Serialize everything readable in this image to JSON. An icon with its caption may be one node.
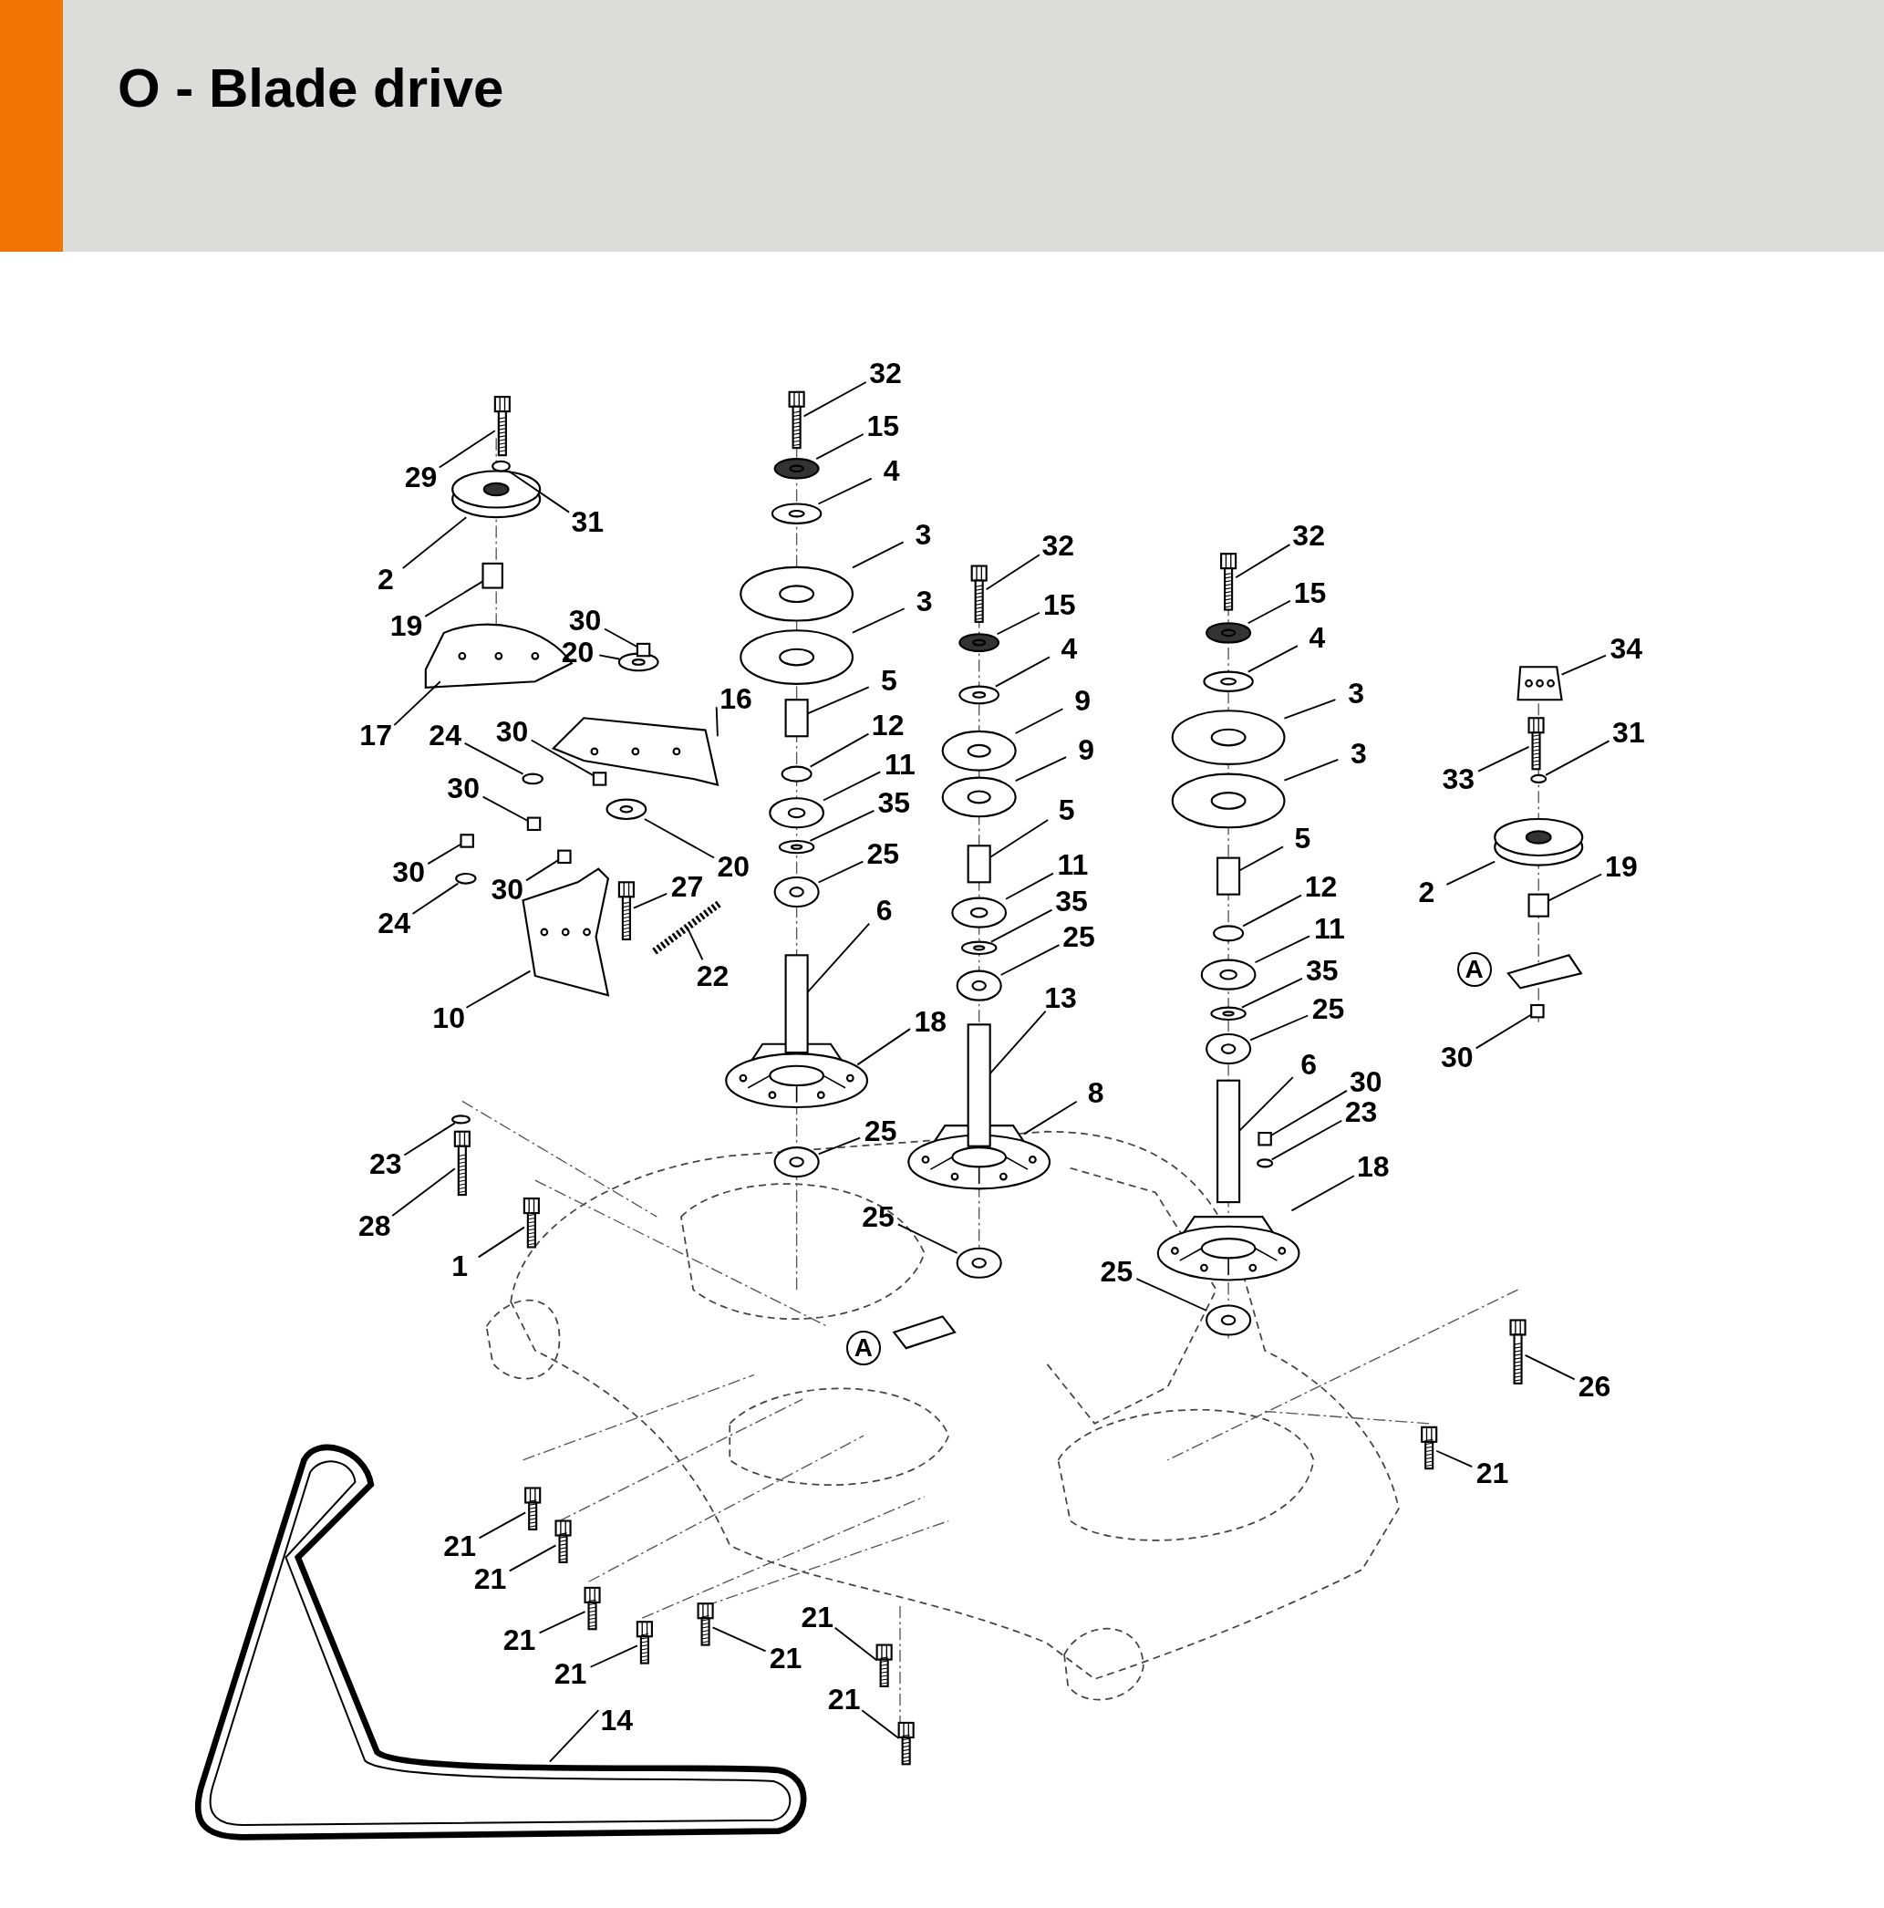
{
  "diagram": {
    "title": "O - Blade drive",
    "nodes": [
      {
        "text": [
          "32"
        ]
      },
      {
        "text": [
          "29"
        ]
      },
      {
        "text": [
          "15"
        ]
      },
      {
        "text": [
          "4"
        ]
      },
      {
        "text": [
          "31"
        ]
      },
      {
        "text": [
          "2"
        ]
      },
      {
        "text": [
          "3"
        ]
      },
      {
        "text": [
          "3"
        ]
      },
      {
        "text": [
          "32"
        ]
      },
      {
        "text": [
          "19"
        ]
      },
      {
        "text": [
          "30"
        ]
      },
      {
        "text": [
          "20"
        ]
      },
      {
        "text": [
          "15"
        ]
      },
      {
        "text": [
          "4"
        ]
      },
      {
        "text": [
          "32"
        ]
      },
      {
        "text": [
          "15"
        ]
      },
      {
        "text": [
          "4"
        ]
      },
      {
        "text": [
          "34"
        ]
      },
      {
        "text": [
          "3"
        ]
      },
      {
        "text": [
          "16"
        ]
      },
      {
        "text": [
          "5"
        ]
      },
      {
        "text": [
          "9"
        ]
      },
      {
        "text": [
          "17"
        ]
      },
      {
        "text": [
          "24"
        ]
      },
      {
        "text": [
          "30"
        ]
      },
      {
        "text": [
          "12"
        ]
      },
      {
        "text": [
          "31"
        ]
      },
      {
        "text": [
          "9"
        ]
      },
      {
        "text": [
          "3"
        ]
      },
      {
        "text": [
          "33"
        ]
      },
      {
        "text": [
          "11"
        ]
      },
      {
        "text": [
          "30"
        ]
      },
      {
        "text": [
          "35"
        ]
      },
      {
        "text": [
          "5"
        ]
      },
      {
        "text": [
          "30"
        ]
      },
      {
        "text": [
          "30"
        ]
      },
      {
        "text": [
          "20"
        ]
      },
      {
        "text": [
          "25"
        ]
      },
      {
        "text": [
          "27"
        ]
      },
      {
        "text": [
          "5"
        ]
      },
      {
        "text": [
          "12"
        ]
      },
      {
        "text": [
          "2"
        ]
      },
      {
        "text": [
          "19"
        ]
      },
      {
        "text": [
          "11"
        ]
      },
      {
        "text": [
          "24"
        ]
      },
      {
        "text": [
          "6"
        ]
      },
      {
        "text": [
          "35"
        ]
      },
      {
        "text": [
          "11"
        ]
      },
      {
        "text": [
          "22"
        ]
      },
      {
        "text": [
          "25"
        ]
      },
      {
        "text": [
          "35"
        ]
      },
      {
        "text": [
          "13"
        ]
      },
      {
        "text": [
          "25"
        ]
      },
      {
        "text": [
          "10"
        ]
      },
      {
        "text": [
          "18"
        ]
      },
      {
        "text": [
          "30"
        ]
      },
      {
        "text": [
          "6"
        ]
      },
      {
        "text": [
          "30"
        ]
      },
      {
        "text": [
          "8"
        ]
      },
      {
        "text": [
          "23"
        ]
      },
      {
        "text": [
          "25"
        ]
      },
      {
        "text": [
          "23"
        ]
      },
      {
        "text": [
          "18"
        ]
      },
      {
        "text": [
          "25"
        ]
      },
      {
        "text": [
          "28"
        ]
      },
      {
        "text": [
          "1"
        ]
      },
      {
        "text": [
          "25"
        ]
      },
      {
        "text": [
          "26"
        ]
      },
      {
        "text": [
          "21"
        ]
      },
      {
        "text": [
          "21"
        ]
      },
      {
        "text": [
          "21"
        ]
      },
      {
        "text": [
          "21"
        ]
      },
      {
        "text": [
          "21"
        ]
      },
      {
        "text": [
          "21"
        ]
      },
      {
        "text": [
          "21"
        ]
      },
      {
        "text": [
          "14"
        ]
      },
      {
        "text": [
          "21"
        ]
      },
      {
        "text": [],
        "shape": "picture"
      },
      {
        "text": [],
        "shape": "picture"
      },
      {
        "text": [],
        "shape": "circle"
      },
      {
        "text": [],
        "shape": "circle"
      },
      {
        "text": [],
        "shape": "circle"
      },
      {
        "text": [],
        "shape": "picture"
      },
      {
        "text": [],
        "shape": "circle"
      },
      {
        "text": [],
        "shape": "circle"
      },
      {
        "text": [],
        "shape": "picture"
      },
      {
        "text": [],
        "shape": "box"
      },
      {
        "text": [],
        "shape": "box"
      },
      {
        "text": [],
        "shape": "circle"
      },
      {
        "text": [],
        "shape": "circle"
      },
      {
        "text": [],
        "shape": "circle"
      },
      {
        "text": [],
        "shape": "picture"
      },
      {
        "text": [],
        "shape": "circle"
      },
      {
        "text": [],
        "shape": "circle"
      },
      {
        "text": [],
        "shape": "picture"
      },
      {
        "text": [],
        "shape": "circle"
      },
      {
        "text": [],
        "shape": "picture"
      },
      {
        "text": [],
        "shape": "box"
      },
      {
        "text": [],
        "shape": "circle"
      },
      {
        "text": [],
        "shape": "picture"
      },
      {
        "text": [],
        "shape": "circle"
      },
      {
        "text": [],
        "shape": "box"
      },
      {
        "text": [],
        "shape": "circle"
      },
      {
        "text": [],
        "shape": "circle"
      },
      {
        "text": [],
        "shape": "circle"
      },
      {
        "text": [],
        "shape": "circle"
      },
      {
        "text": [],
        "shape": "picture"
      },
      {
        "text": [],
        "shape": "circle"
      },
      {
        "text": [],
        "shape": "box"
      },
      {
        "text": [],
        "shape": "circle"
      },
      {
        "text": [],
        "shape": "box"
      },
      {
        "text": [],
        "shape": "box"
      },
      {
        "text": [],
        "shape": "box"
      },
      {
        "text": [],
        "shape": "circle"
      },
      {
        "text": [],
        "shape": "circle"
      },
      {
        "text": [],
        "shape": "picture"
      },
      {
        "text": [],
        "shape": "box"
      },
      {
        "text": [],
        "shape": "circle"
      },
      {
        "text": [],
        "shape": "picture"
      },
      {
        "text": [],
        "shape": "box"
      },
      {
        "text": [],
        "shape": "circle"
      },
      {
        "text": [],
        "shape": "circle"
      },
      {
        "text": [],
        "shape": "box"
      },
      {
        "text": [],
        "shape": "circle"
      },
      {
        "text": [],
        "shape": "circle"
      },
      {
        "text": [],
        "shape": "picture"
      },
      {
        "text": [],
        "shape": "circle"
      },
      {
        "text": [],
        "shape": "circle"
      },
      {
        "text": [],
        "shape": "box"
      },
      {
        "text": [],
        "shape": "circle"
      },
      {
        "text": [],
        "shape": "picture"
      },
      {
        "text": [],
        "shape": "picture"
      },
      {
        "text": [],
        "shape": "box"
      },
      {
        "text": [],
        "shape": "box"
      },
      {
        "text": [],
        "shape": "box"
      },
      {
        "text": [],
        "shape": "picture"
      },
      {
        "text": [],
        "shape": "circle"
      },
      {
        "text": [],
        "shape": "circle"
      },
      {
        "text": [],
        "shape": "circle"
      },
      {
        "text": [],
        "shape": "picture"
      },
      {
        "text": [],
        "shape": "circle"
      },
      {
        "text": [],
        "shape": "picture"
      },
      {
        "text": [],
        "shape": "picture"
      },
      {
        "text": [],
        "shape": "circle"
      },
      {
        "text": [],
        "shape": "picture"
      },
      {
        "text": [],
        "shape": "picture"
      },
      {
        "text": [],
        "shape": "picture"
      },
      {
        "text": [],
        "shape": "picture"
      },
      {
        "text": [],
        "shape": "picture"
      },
      {
        "text": [],
        "shape": "picture"
      },
      {
        "text": [],
        "shape": "picture"
      },
      {
        "text": [],
        "shape": "picture"
      },
      {
        "text": [],
        "shape": "picture"
      },
      {
        "text": [],
        "shape": "picture"
      }
    ],
    "edges": [
      {
        "from": 0,
        "to": 77,
        "arrow": "none"
      },
      {
        "from": 1,
        "to": 78,
        "arrow": "none"
      },
      {
        "from": 2,
        "to": 79,
        "arrow": "none"
      },
      {
        "from": 3,
        "to": 80,
        "arrow": "none"
      },
      {
        "from": 4,
        "to": 81,
        "arrow": "none"
      },
      {
        "from": 5,
        "to": 82,
        "arrow": "none"
      },
      {
        "from": 6,
        "to": 83,
        "arrow": "none"
      },
      {
        "from": 7,
        "to": 84,
        "arrow": "none"
      },
      {
        "from": 8,
        "to": 85,
        "arrow": "none"
      },
      {
        "from": 9,
        "to": 86,
        "arrow": "none"
      },
      {
        "from": 10,
        "to": 87,
        "arrow": "none"
      },
      {
        "from": 11,
        "to": 88,
        "arrow": "none"
      },
      {
        "from": 12,
        "to": 89,
        "arrow": "none"
      },
      {
        "from": 13,
        "to": 90,
        "arrow": "none"
      },
      {
        "from": 14,
        "to": 91,
        "arrow": "none"
      },
      {
        "from": 15,
        "to": 92,
        "arrow": "none"
      },
      {
        "from": 16,
        "to": 93,
        "arrow": "none"
      },
      {
        "from": 17,
        "to": 94,
        "arrow": "none"
      },
      {
        "from": 18,
        "to": 95,
        "arrow": "none"
      },
      {
        "from": 19,
        "to": 96,
        "arrow": "none"
      },
      {
        "from": 20,
        "to": 97,
        "arrow": "none"
      },
      {
        "from": 21,
        "to": 98,
        "arrow": "none"
      },
      {
        "from": 22,
        "to": 99,
        "arrow": "none"
      },
      {
        "from": 23,
        "to": 100,
        "arrow": "none"
      },
      {
        "from": 24,
        "to": 101,
        "arrow": "none"
      },
      {
        "from": 25,
        "to": 102,
        "arrow": "none"
      },
      {
        "from": 26,
        "to": 103,
        "arrow": "none"
      },
      {
        "from": 27,
        "to": 104,
        "arrow": "none"
      },
      {
        "from": 28,
        "to": 105,
        "arrow": "none"
      },
      {
        "from": 29,
        "to": 106,
        "arrow": "none"
      },
      {
        "from": 30,
        "to": 107,
        "arrow": "none"
      },
      {
        "from": 31,
        "to": 108,
        "arrow": "none"
      },
      {
        "from": 32,
        "to": 109,
        "arrow": "none"
      },
      {
        "from": 33,
        "to": 110,
        "arrow": "none"
      },
      {
        "from": 34,
        "to": 111,
        "arrow": "none"
      },
      {
        "from": 35,
        "to": 112,
        "arrow": "none"
      },
      {
        "from": 36,
        "to": 113,
        "arrow": "none"
      },
      {
        "from": 37,
        "to": 114,
        "arrow": "none"
      },
      {
        "from": 38,
        "to": 115,
        "arrow": "none"
      },
      {
        "from": 39,
        "to": 116,
        "arrow": "none"
      },
      {
        "from": 40,
        "to": 117,
        "arrow": "none"
      },
      {
        "from": 41,
        "to": 118,
        "arrow": "none"
      },
      {
        "from": 42,
        "to": 119,
        "arrow": "none"
      },
      {
        "from": 43,
        "to": 120,
        "arrow": "none"
      },
      {
        "from": 44,
        "to": 121,
        "arrow": "none"
      },
      {
        "from": 45,
        "to": 122,
        "arrow": "none"
      },
      {
        "from": 46,
        "to": 123,
        "arrow": "none"
      },
      {
        "from": 47,
        "to": 124,
        "arrow": "none"
      },
      {
        "from": 48,
        "to": 125,
        "arrow": "none"
      },
      {
        "from": 49,
        "to": 126,
        "arrow": "none"
      },
      {
        "from": 50,
        "to": 127,
        "arrow": "none"
      },
      {
        "from": 51,
        "to": 128,
        "arrow": "none"
      },
      {
        "from": 52,
        "to": 129,
        "arrow": "none"
      },
      {
        "from": 53,
        "to": 130,
        "arrow": "none"
      },
      {
        "from": 54,
        "to": 131,
        "arrow": "none"
      },
      {
        "from": 55,
        "to": 132,
        "arrow": "none"
      },
      {
        "from": 56,
        "to": 133,
        "arrow": "none"
      },
      {
        "from": 57,
        "to": 134,
        "arrow": "none"
      },
      {
        "from": 58,
        "to": 135,
        "arrow": "none"
      },
      {
        "from": 59,
        "to": 136,
        "arrow": "none"
      },
      {
        "from": 60,
        "to": 137,
        "arrow": "none"
      },
      {
        "from": 61,
        "to": 138,
        "arrow": "none"
      },
      {
        "from": 62,
        "to": 139,
        "arrow": "none"
      },
      {
        "from": 63,
        "to": 140,
        "arrow": "none"
      },
      {
        "from": 64,
        "to": 141,
        "arrow": "none"
      },
      {
        "from": 65,
        "to": 142,
        "arrow": "none"
      },
      {
        "from": 66,
        "to": 143,
        "arrow": "none"
      },
      {
        "from": 67,
        "to": 144,
        "arrow": "none"
      },
      {
        "from": 68,
        "to": 145,
        "arrow": "none"
      },
      {
        "from": 69,
        "to": 146,
        "arrow": "none"
      },
      {
        "from": 70,
        "to": 147,
        "arrow": "none"
      },
      {
        "from": 71,
        "to": 148,
        "arrow": "none"
      },
      {
        "from": 72,
        "to": 149,
        "arrow": "none"
      },
      {
        "from": 73,
        "to": 150,
        "arrow": "none"
      },
      {
        "from": 74,
        "to": 151,
        "arrow": "none"
      },
      {
        "from": 75,
        "to": 152,
        "arrow": "none"
      },
      {
        "from": 76,
        "to": 153,
        "arrow": "none"
      }
    ],
    "labels": [
      "A",
      "A"
    ]
  }
}
